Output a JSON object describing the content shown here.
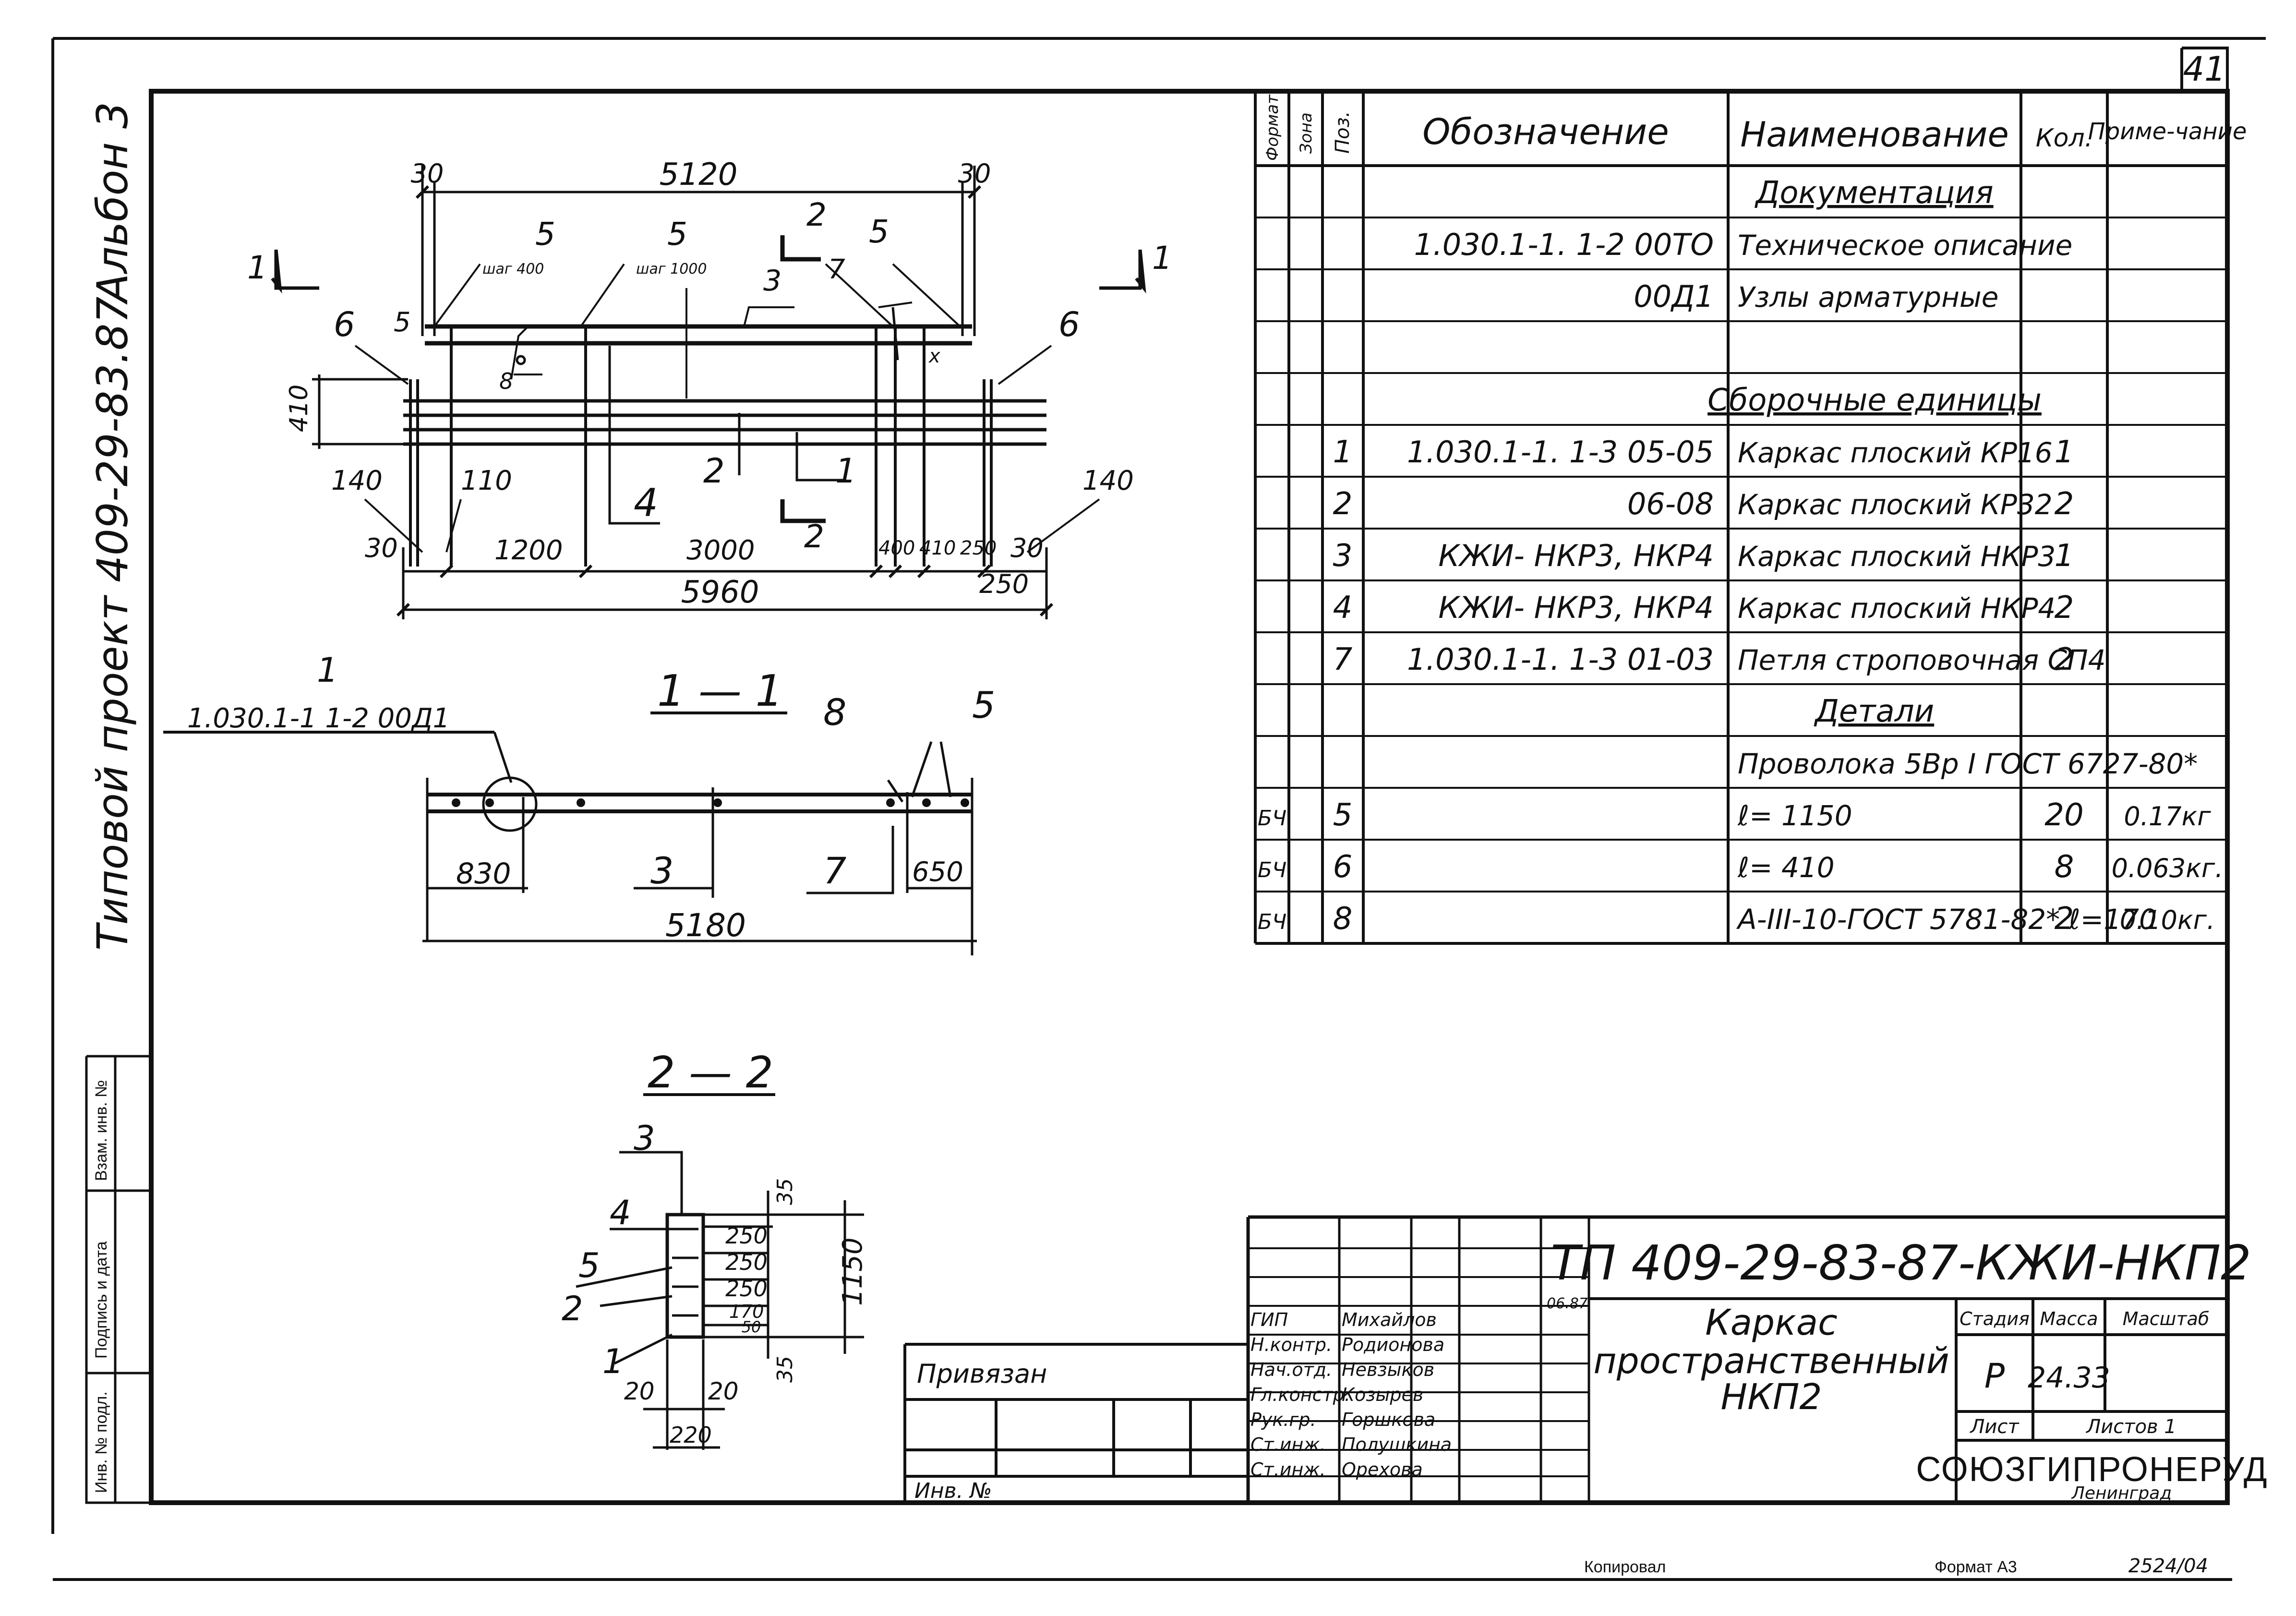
{
  "sheet": {
    "number": "41",
    "album_label": "Альбон 3",
    "project_label": "Типовой проект 409-29-83.87",
    "footer_copied": "Копировал",
    "footer_format": "Формат А3",
    "footer_code": "2524/04"
  },
  "side_stamp": {
    "inv_podl": "Инв. № подл.",
    "podpis_data": "Подпись и дата",
    "vzam_inv": "Взам. инв. №"
  },
  "spec": {
    "headers": {
      "format": "Формат",
      "zone": "Зона",
      "pos": "Поз.",
      "designation": "Обозначение",
      "name": "Наименование",
      "qty": "Кол.",
      "note": "Приме-чание"
    },
    "rows": [
      {
        "format": "",
        "pos": "",
        "designation": "",
        "name": "Документация",
        "qty": "",
        "note": "",
        "section": true
      },
      {
        "format": "",
        "pos": "",
        "designation": "1.030.1-1. 1-2 00ТО",
        "name": "Техническое описание",
        "qty": "",
        "note": ""
      },
      {
        "format": "",
        "pos": "",
        "designation": "00Д1",
        "name": "Узлы арматурные",
        "qty": "",
        "note": ""
      },
      {
        "format": "",
        "pos": "",
        "designation": "",
        "name": "",
        "qty": "",
        "note": ""
      },
      {
        "format": "",
        "pos": "",
        "designation": "",
        "name": "Сборочные единицы",
        "qty": "",
        "note": "",
        "section": true
      },
      {
        "format": "",
        "pos": "1",
        "designation": "1.030.1-1. 1-3 05-05",
        "name": "Каркас плоский КР16",
        "qty": "1",
        "note": ""
      },
      {
        "format": "",
        "pos": "2",
        "designation": "06-08",
        "name": "Каркас плоский КР32",
        "qty": "2",
        "note": ""
      },
      {
        "format": "",
        "pos": "3",
        "designation": "КЖИ- НКР3, НКР4",
        "name": "Каркас плоский НКР3",
        "qty": "1",
        "note": ""
      },
      {
        "format": "",
        "pos": "4",
        "designation": "КЖИ- НКР3, НКР4",
        "name": "Каркас плоский НКР4",
        "qty": "2",
        "note": ""
      },
      {
        "format": "",
        "pos": "7",
        "designation": "1.030.1-1. 1-3 01-03",
        "name": "Петля строповочная СП4",
        "qty": "2",
        "note": ""
      },
      {
        "format": "",
        "pos": "",
        "designation": "",
        "name": "Детали",
        "qty": "",
        "note": "",
        "section": true
      },
      {
        "format": "",
        "pos": "",
        "designation": "",
        "name": "Проволока 5Вр I ГОСТ 6727-80*",
        "qty": "",
        "note": ""
      },
      {
        "format": "БЧ",
        "pos": "5",
        "designation": "",
        "name": "ℓ= 1150",
        "qty": "20",
        "note": "0.17кг"
      },
      {
        "format": "БЧ",
        "pos": "6",
        "designation": "",
        "name": "ℓ= 410",
        "qty": "8",
        "note": "0.063кг."
      },
      {
        "format": "БЧ",
        "pos": "8",
        "designation": "",
        "name": "А-III-10-ГОСТ 5781-82* ℓ=170",
        "qty": "2",
        "note": "0.10кг."
      }
    ]
  },
  "title_block": {
    "code": "ТП 409-29-83-87-КЖИ-НКП2",
    "title_line1": "Каркас",
    "title_line2": "пространственный",
    "title_line3": "НКП2",
    "stage_h": "Стадия",
    "mass_h": "Масса",
    "scale_h": "Масштаб",
    "stage": "Р",
    "mass": "24.33",
    "sheet_h": "Лист",
    "sheets_h": "Листов 1",
    "org": "СОЮЗГИПРОНЕРУД",
    "city": "Ленинград",
    "privyazan": "Привязан",
    "inv_no": "Инв. №",
    "people": [
      {
        "role": "ГИП",
        "name": "Михайлов"
      },
      {
        "role": "Н.контр.",
        "name": "Родионова"
      },
      {
        "role": "Нач.отд.",
        "name": "Невзыков"
      },
      {
        "role": "Гл.констр.",
        "name": "Козырев"
      },
      {
        "role": "Рук.гр.",
        "name": "Горшкова"
      },
      {
        "role": "Ст.инж.",
        "name": "Полушкина"
      },
      {
        "role": "Ст.инж.",
        "name": "Орехова"
      }
    ],
    "date_mark": "06.87"
  },
  "drawing": {
    "plan": {
      "dim_total_top": "5120",
      "dim_left_30": "30",
      "dim_right_30": "30",
      "dim_410": "410",
      "dim_140_l": "140",
      "dim_110": "110",
      "dim_30_l": "30",
      "dim_1200": "1200",
      "dim_3000": "3000",
      "dim_400": "400",
      "dim_410b": "410",
      "dim_250": "250",
      "dim_30_r": "30",
      "dim_140_r": "140",
      "dim_250b": "250",
      "dim_total": "5960",
      "step400": "шаг 400",
      "step1000": "шаг 1000",
      "labels": [
        "5",
        "5",
        "5",
        "2",
        "2",
        "3",
        "7",
        "6",
        "6",
        "5",
        "8",
        "4",
        "2",
        "1",
        "1",
        "1",
        "x"
      ]
    },
    "section11": {
      "title": "1 — 1",
      "ref": "1.030.1-1 1-2 00Д1",
      "ref_num": "1",
      "dim_830": "830",
      "dim_650": "650",
      "dim_5180": "5180",
      "labels": [
        "8",
        "5",
        "3",
        "7"
      ]
    },
    "section22": {
      "title": "2 — 2",
      "dims": [
        "250",
        "250",
        "250",
        "170",
        "50",
        "35",
        "35",
        "1150",
        "20",
        "20",
        "220"
      ],
      "labels": [
        "3",
        "4",
        "5",
        "2",
        "1"
      ]
    }
  }
}
